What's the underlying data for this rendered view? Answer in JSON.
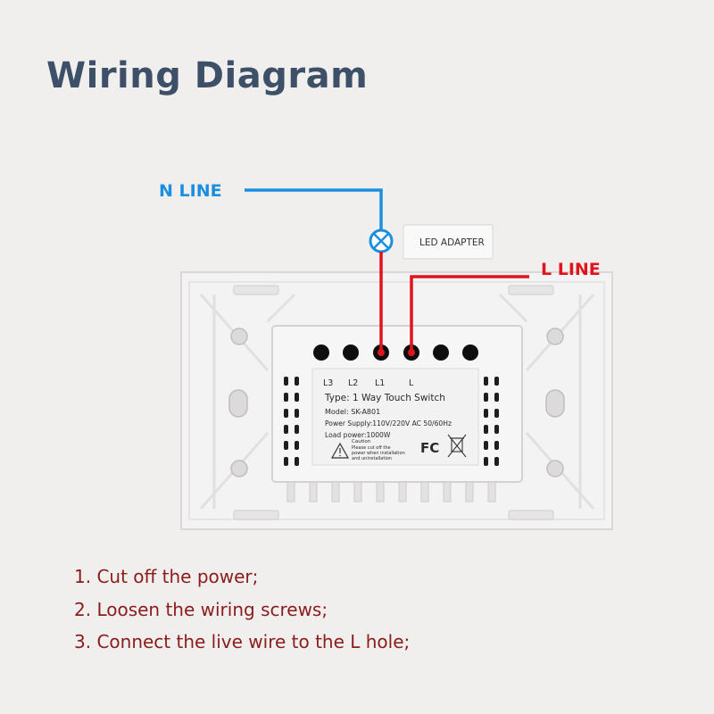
{
  "title": "Wiring Diagram",
  "labels": {
    "n_line": "N LINE",
    "l_line": "L LINE",
    "led_adapter": "LED ADAPTER"
  },
  "terminals": {
    "l3": "L3",
    "l2": "L2",
    "l1": "L1",
    "l": "L"
  },
  "spec_label": {
    "type": "Type: 1 Way Touch Switch",
    "model": "Model: SK-A801",
    "power_supply": "Power Supply:110V/220V AC  50/60Hz",
    "load_power": "Load power:1000W",
    "caution_title": "Caution",
    "caution_line1": "Please cut off the",
    "caution_line2": "power when installation",
    "caution_line3": "and uninstallation",
    "fc_mark": "FC"
  },
  "steps": [
    "1. Cut off the power;",
    "2. Loosen the wiring screws;",
    "3. Connect the live wire to the L hole;"
  ],
  "colors": {
    "title": "#3d5068",
    "n_line": "#1a8fe0",
    "l_line": "#e0141e",
    "steps": "#8a1c1c"
  }
}
